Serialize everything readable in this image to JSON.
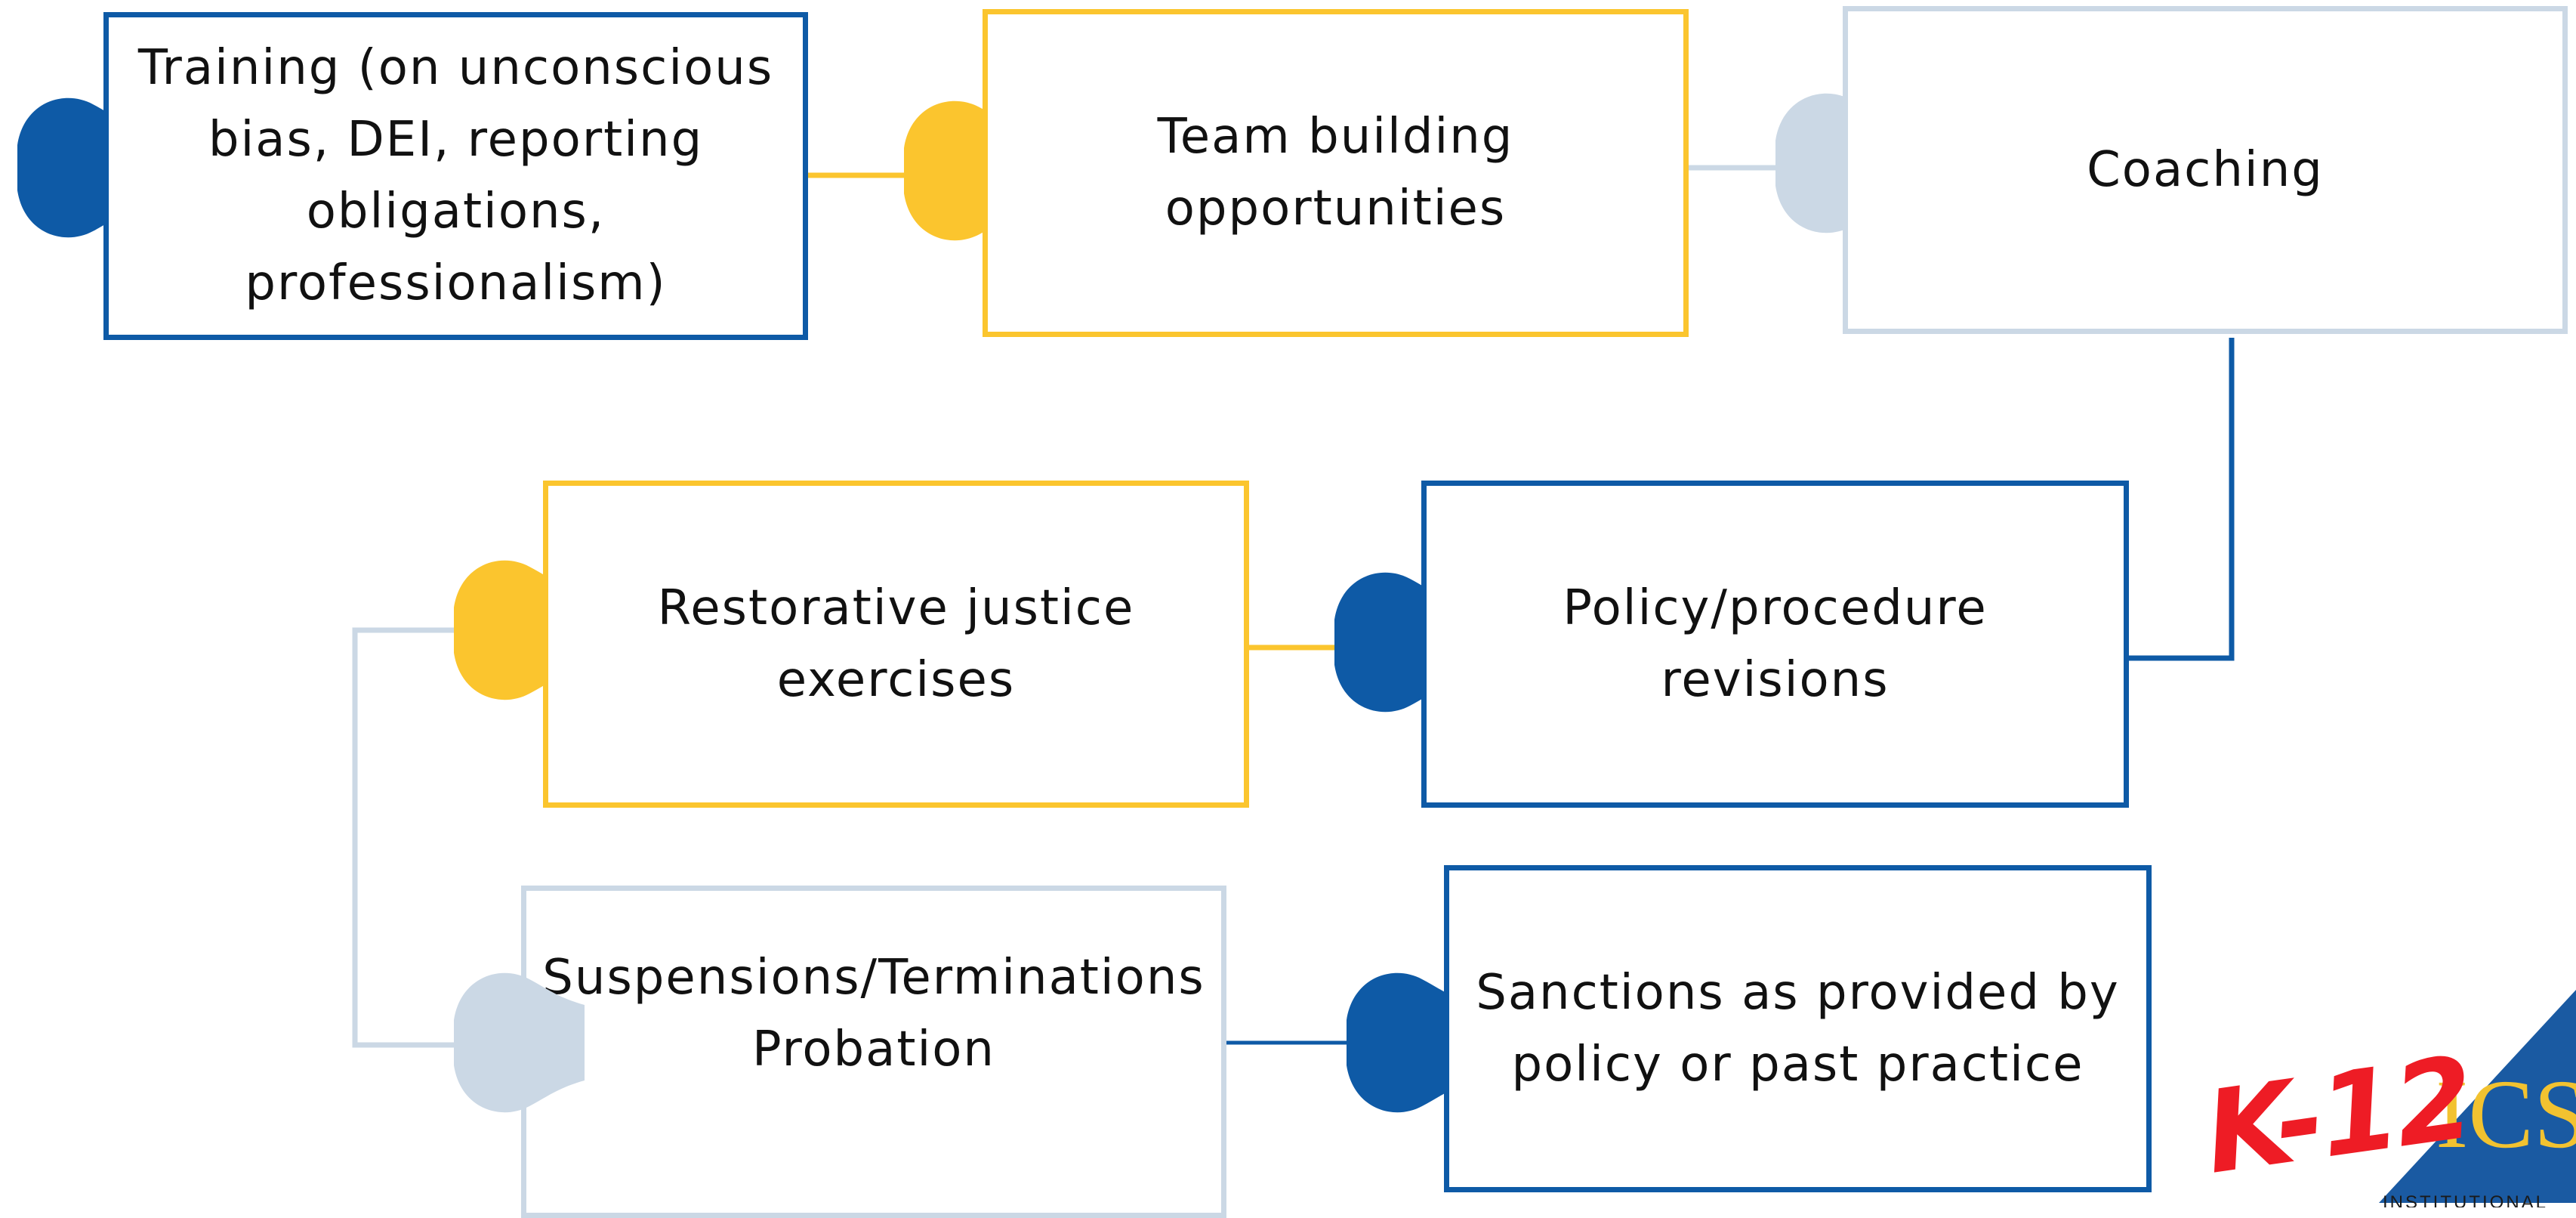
{
  "diagram": {
    "steps": [
      {
        "id": "training",
        "label": "Training (on unconscious bias, DEI, reporting obligations, professionalism)",
        "color": "#0e5aa6"
      },
      {
        "id": "team-building",
        "label": "Team building opportunities",
        "color": "#fbc52e"
      },
      {
        "id": "coaching",
        "label": "Coaching",
        "color": "#cbd8e5"
      },
      {
        "id": "policy",
        "label": "Policy/procedure revisions",
        "color": "#0e5aa6"
      },
      {
        "id": "restorative",
        "label": "Restorative justice exercises",
        "color": "#fbc52e"
      },
      {
        "id": "suspensions",
        "label": "Suspensions/Terminations Probation",
        "color": "#cbd8e5"
      },
      {
        "id": "sanctions",
        "label": "Sanctions as provided by policy or past practice",
        "color": "#0e5aa6"
      }
    ]
  },
  "logo": {
    "k12": "K-12",
    "ics": "ICS",
    "institutional": "INSTITUTIONAL"
  },
  "colors": {
    "blue": "#0e5aa6",
    "yellow": "#fbc52e",
    "grey": "#cbd8e5"
  }
}
